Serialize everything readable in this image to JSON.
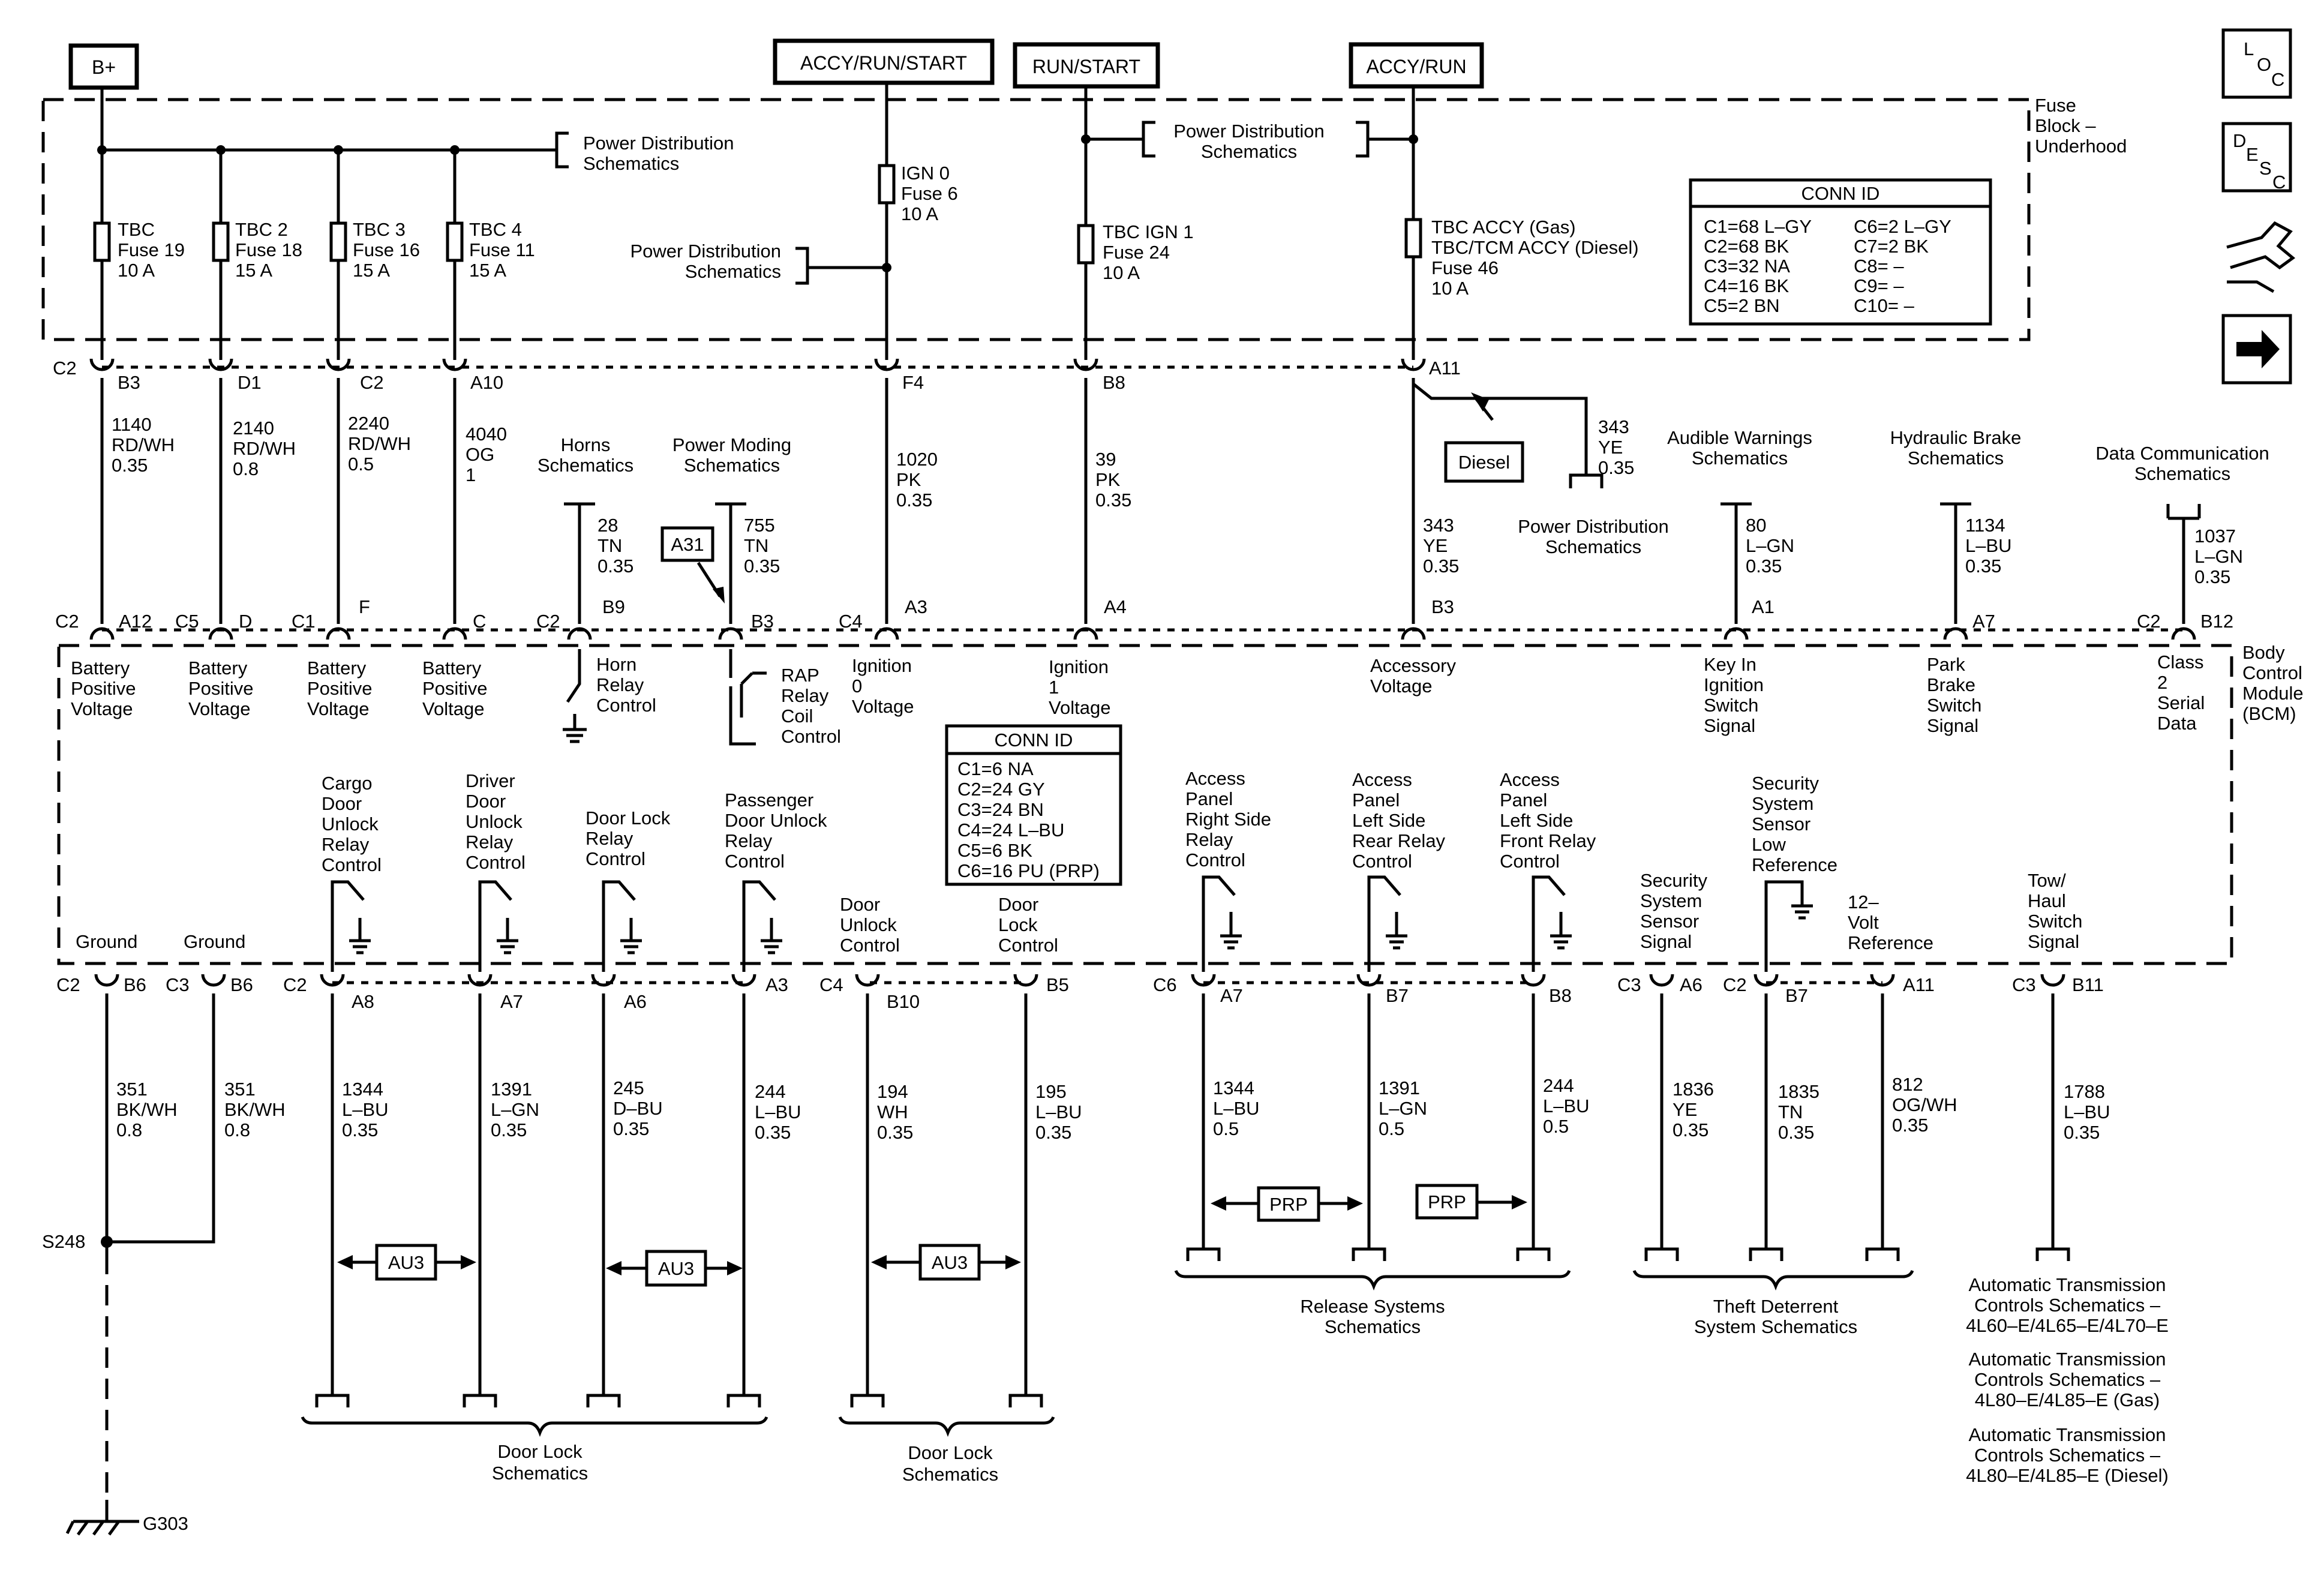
{
  "power_sources": {
    "b_plus": "B+",
    "accy_run_start": "ACCY/RUN/START",
    "run_start": "RUN/START",
    "accy_run": "ACCY/RUN"
  },
  "icons": {
    "loc_letters": [
      "L",
      "O",
      "C"
    ],
    "desc_letters": [
      "D",
      "E",
      "S",
      "C"
    ]
  },
  "fuse_block": {
    "label": [
      "Fuse",
      "Block –",
      "Underhood"
    ],
    "pd_top": [
      "Power Distribution",
      "Schematics"
    ],
    "pd_mid": [
      "Power Distribution",
      "Schematics"
    ],
    "pd_right": [
      "Power Distribution",
      "Schematics"
    ],
    "fuses": [
      [
        "TBC",
        "Fuse 19",
        "10 A"
      ],
      [
        "TBC 2",
        "Fuse 18",
        "15 A"
      ],
      [
        "TBC 3",
        "Fuse 16",
        "15 A"
      ],
      [
        "TBC 4",
        "Fuse 11",
        "15 A"
      ],
      [
        "IGN 0",
        "Fuse 6",
        "10 A"
      ],
      [
        "TBC IGN 1",
        "Fuse 24",
        "10 A"
      ],
      [
        "TBC ACCY (Gas)",
        "TBC/TCM ACCY (Diesel)",
        "Fuse 46",
        "10 A"
      ]
    ],
    "conn_id": {
      "title": "CONN ID",
      "left": [
        "C1=68 L–GY",
        "C2=68 BK",
        "C3=32 NA",
        "C4=16 BK",
        "C5=2 BN"
      ],
      "right": [
        "C6=2 L–GY",
        "C7=2 BK",
        "C8= –",
        "C9= –",
        "C10= –"
      ]
    },
    "pins": {
      "c2": "C2",
      "b3": "B3",
      "d1": "D1",
      "c2b": "C2",
      "a10": "A10",
      "f4": "F4",
      "b8": "B8",
      "a11": "A11"
    }
  },
  "upper_wires": [
    [
      "1140",
      "RD/WH",
      "0.35"
    ],
    [
      "2140",
      "RD/WH",
      "0.8"
    ],
    [
      "2240",
      "RD/WH",
      "0.5"
    ],
    [
      "4040",
      "OG",
      "1"
    ],
    [
      "28",
      "TN",
      "0.35"
    ],
    [
      "755",
      "TN",
      "0.35"
    ],
    [
      "1020",
      "PK",
      "0.35"
    ],
    [
      "39",
      "PK",
      "0.35"
    ],
    [
      "343",
      "YE",
      "0.35"
    ],
    [
      "343",
      "YE",
      "0.35"
    ],
    [
      "80",
      "L–GN",
      "0.35"
    ],
    [
      "1134",
      "L–BU",
      "0.35"
    ],
    [
      "1037",
      "L–GN",
      "0.35"
    ]
  ],
  "upper_refs": {
    "horns": [
      "Horns",
      "Schematics"
    ],
    "power_moding": [
      "Power Moding",
      "Schematics"
    ],
    "audible": [
      "Audible Warnings",
      "Schematics"
    ],
    "hydraulic": [
      "Hydraulic Brake",
      "Schematics"
    ],
    "datacomm": [
      "Data Communication",
      "Schematics"
    ],
    "pd_diesel": [
      "Power Distribution",
      "Schematics"
    ],
    "diesel": "Diesel",
    "a31": "A31"
  },
  "bcm": {
    "label": [
      "Body",
      "Control",
      "Module",
      "(BCM)"
    ],
    "top_pins": [
      [
        "C2",
        "A12"
      ],
      [
        "C5",
        "D"
      ],
      [
        "C1",
        "F"
      ],
      [
        "",
        "C"
      ],
      [
        "C2",
        "B9"
      ],
      [
        "",
        "B3"
      ],
      [
        "C4",
        "A3"
      ],
      [
        "",
        "A4"
      ],
      [
        "",
        "B3"
      ],
      [
        "",
        "A1"
      ],
      [
        "",
        "A7"
      ],
      [
        "C2",
        "B12"
      ]
    ],
    "top_labels": [
      [
        "Battery",
        "Positive",
        "Voltage"
      ],
      [
        "Battery",
        "Positive",
        "Voltage"
      ],
      [
        "Battery",
        "Positive",
        "Voltage"
      ],
      [
        "Battery",
        "Positive",
        "Voltage"
      ],
      [
        "Horn",
        "Relay",
        "Control"
      ],
      [
        "RAP",
        "Relay",
        "Coil",
        "Control"
      ],
      [
        "Ignition",
        "0",
        "Voltage"
      ],
      [
        "Ignition",
        "1",
        "Voltage"
      ],
      [
        "Accessory",
        "Voltage"
      ],
      [
        "Key In",
        "Ignition",
        "Switch",
        "Signal"
      ],
      [
        "Park",
        "Brake",
        "Switch",
        "Signal"
      ],
      [
        "Class",
        "2",
        "Serial",
        "Data"
      ]
    ],
    "conn_id": {
      "title": "CONN ID",
      "rows": [
        "C1=6 NA",
        "C2=24 GY",
        "C3=24 BN",
        "C4=24 L–BU",
        "C5=6 BK",
        "C6=16 PU (PRP)"
      ]
    },
    "bottom_labels": [
      [
        "Ground"
      ],
      [
        "Ground"
      ],
      [
        "Cargo",
        "Door",
        "Unlock",
        "Relay",
        "Control"
      ],
      [
        "Driver",
        "Door",
        "Unlock",
        "Relay",
        "Control"
      ],
      [
        "Door Lock",
        "Relay",
        "Control"
      ],
      [
        "Passenger",
        "Door Unlock",
        "Relay",
        "Control"
      ],
      [
        "Door",
        "Unlock",
        "Control"
      ],
      [
        "Door",
        "Lock",
        "Control"
      ],
      [
        "Access",
        "Panel",
        "Right Side",
        "Relay",
        "Control"
      ],
      [
        "Access",
        "Panel",
        "Left Side",
        "Rear Relay",
        "Control"
      ],
      [
        "Access",
        "Panel",
        "Left Side",
        "Front Relay",
        "Control"
      ],
      [
        "Security",
        "System",
        "Sensor",
        "Signal"
      ],
      [
        "Security",
        "System",
        "Sensor",
        "Low",
        "Reference"
      ],
      [
        "12–",
        "Volt",
        "Reference"
      ],
      [
        "Tow/",
        "Haul",
        "Switch",
        "Signal"
      ]
    ],
    "bottom_pins": [
      [
        "C2",
        "B6"
      ],
      [
        "C3",
        "B6"
      ],
      [
        "C2",
        "A8"
      ],
      [
        "",
        "A7"
      ],
      [
        "",
        "A6"
      ],
      [
        "",
        "A3"
      ],
      [
        "C4",
        "B10"
      ],
      [
        "",
        "B5"
      ],
      [
        "C6",
        "A7"
      ],
      [
        "",
        "B7"
      ],
      [
        "",
        "B8"
      ],
      [
        "C3",
        "A6"
      ],
      [
        "C2",
        "B7"
      ],
      [
        "",
        "A11"
      ],
      [
        "C3",
        "B11"
      ]
    ]
  },
  "lower_wires": [
    [
      "351",
      "BK/WH",
      "0.8"
    ],
    [
      "351",
      "BK/WH",
      "0.8"
    ],
    [
      "1344",
      "L–BU",
      "0.35"
    ],
    [
      "1391",
      "L–GN",
      "0.35"
    ],
    [
      "245",
      "D–BU",
      "0.35"
    ],
    [
      "244",
      "L–BU",
      "0.35"
    ],
    [
      "194",
      "WH",
      "0.35"
    ],
    [
      "195",
      "L–BU",
      "0.35"
    ],
    [
      "1344",
      "L–BU",
      "0.5"
    ],
    [
      "1391",
      "L–GN",
      "0.5"
    ],
    [
      "244",
      "L–BU",
      "0.5"
    ],
    [
      "1836",
      "YE",
      "0.35"
    ],
    [
      "1835",
      "TN",
      "0.35"
    ],
    [
      "812",
      "OG/WH",
      "0.35"
    ],
    [
      "1788",
      "L–BU",
      "0.35"
    ]
  ],
  "lower_refs": {
    "splice": "S248",
    "ground": "G303",
    "au3": "AU3",
    "prp": "PRP",
    "door_lock_1": [
      "Door Lock",
      "Schematics"
    ],
    "door_lock_2": [
      "Door Lock",
      "Schematics"
    ],
    "release": [
      "Release Systems",
      "Schematics"
    ],
    "theft": [
      "Theft Deterrent",
      "System Schematics"
    ],
    "auto_trans": [
      [
        "Automatic Transmission",
        "Controls Schematics –",
        "4L60–E/4L65–E/4L70–E"
      ],
      [
        "Automatic Transmission",
        "Controls Schematics –",
        "4L80–E/4L85–E (Gas)"
      ],
      [
        "Automatic Transmission",
        "Controls Schematics –",
        "4L80–E/4L85–E (Diesel)"
      ]
    ]
  }
}
